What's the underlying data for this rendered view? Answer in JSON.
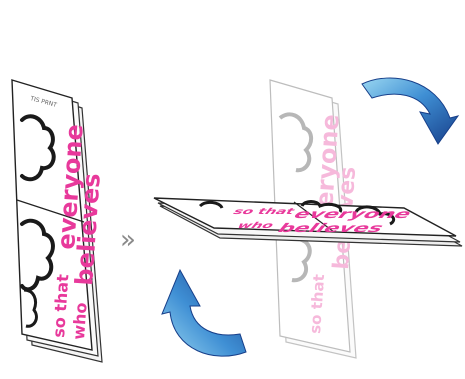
{
  "panel": {
    "small_label": "TIS PRNT",
    "text_line1": "so that",
    "text_line2": "everyone",
    "text_line3": "who",
    "text_line4": "believes"
  },
  "flow_glyph": "»",
  "colors": {
    "ink_pink": "#e8399b",
    "arrow_dark": "#1b56a6",
    "arrow_mid": "#3f8fd4",
    "arrow_light": "#8fd0ef",
    "outline": "#222222"
  },
  "icons": [
    "rotate-clockwise-arrow-icon",
    "rotate-counterclockwise-arrow-icon",
    "chevron-double-right-icon"
  ]
}
